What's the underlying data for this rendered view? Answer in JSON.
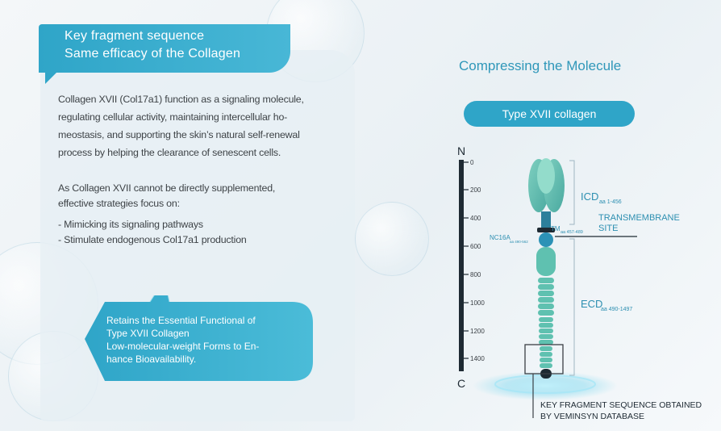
{
  "left": {
    "header": {
      "line1": "Key fragment sequence",
      "line2": "Same efficacy of the Collagen"
    },
    "paragraph1": [
      "Collagen XVII (Col17a1) function as a signaling molecule,",
      "regulating cellular activity, maintaining intercellular ho-",
      "meostasis, and supporting the skin’s natural self-renewal",
      "process by helping the clearance of senescent cells."
    ],
    "paragraph2": [
      "As Collagen XVII cannot be directly supplemented,",
      "effective strategies focus on:"
    ],
    "bullets": [
      "- Mimicking its signaling pathways",
      "- Stimulate endogenous Col17a1 production"
    ],
    "callout": [
      "Retains the Essential Functional of",
      "Type XVII Collagen",
      "Low-molecular-weight Forms to En-",
      "hance Bioavailability."
    ]
  },
  "right": {
    "title": "Compressing the Molecule",
    "pill": "Type XVII collagen",
    "axis": {
      "top_label": "N",
      "bottom_label": "C",
      "ticks": [
        "0",
        "200",
        "400",
        "600",
        "800",
        "1000",
        "1200",
        "1400"
      ]
    },
    "labels": {
      "icd": "ICD",
      "icd_sub": "aa 1-456",
      "tm": "TM",
      "tm_sub": "aa 457-489",
      "transmembrane": [
        "TRANSMEMBRANE",
        "SITE"
      ],
      "nc16a": "NC16A",
      "nc16a_sub": "aa 490-562",
      "ecd": "ECD",
      "ecd_sub": "aa 490-1497",
      "key_fragment": [
        "KEY FRAGMENT SEQUENCE OBTAINED",
        "BY VEMINSYN DATABASE"
      ]
    },
    "colors": {
      "accent": "#2fa5c8",
      "teal": "#5fc1b0",
      "dark": "#1e2a33"
    }
  }
}
